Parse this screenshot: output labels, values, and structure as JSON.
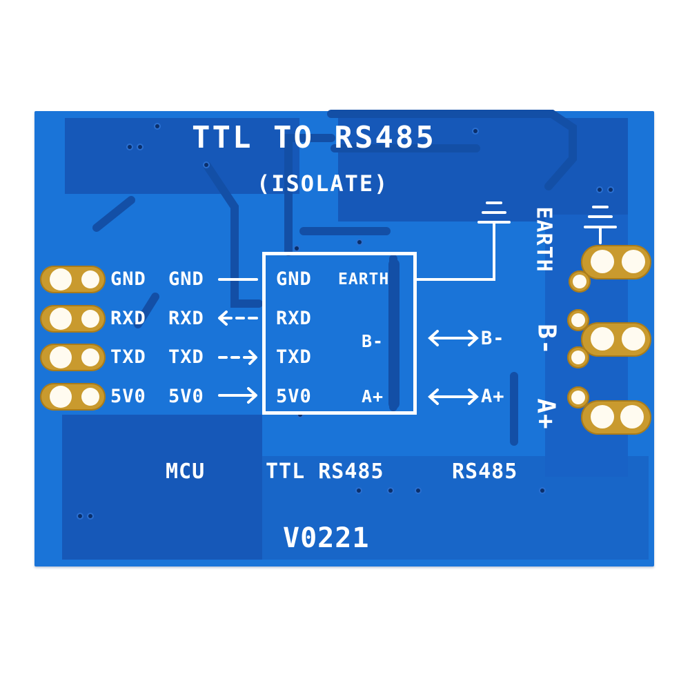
{
  "board": {
    "title": "TTL TO RS485",
    "subtitle": "(ISOLATE)",
    "version": "V0221",
    "colors": {
      "solder_mask": "#1a74d8",
      "copper_pour": "#1658b8",
      "silkscreen": "#ffffff",
      "pad_gold": "#c99a2e"
    }
  },
  "left_header": {
    "pins": [
      {
        "label": "GND",
        "mcu_label": "GND",
        "arrow": "—"
      },
      {
        "label": "RXD",
        "mcu_label": "RXD",
        "arrow": "<--"
      },
      {
        "label": "TXD",
        "mcu_label": "TXD",
        "arrow": "-->"
      },
      {
        "label": "5V0",
        "mcu_label": "5V0",
        "arrow": "→"
      }
    ]
  },
  "module_box": {
    "left_pins": [
      "GND",
      "RXD",
      "TXD",
      "5V0"
    ],
    "right_pins": [
      "EARTH",
      "B-",
      "A+"
    ]
  },
  "right_side": {
    "arrows": [
      {
        "label": "B-",
        "arrow": "↔"
      },
      {
        "label": "A+",
        "arrow": "↔"
      }
    ],
    "terminals": [
      "EARTH",
      "B-",
      "A+"
    ],
    "ground_symbol": "earth-ground"
  },
  "footer_labels": {
    "mcu": "MCU",
    "ttl_rs485": "TTL RS485",
    "rs485": "RS485"
  }
}
